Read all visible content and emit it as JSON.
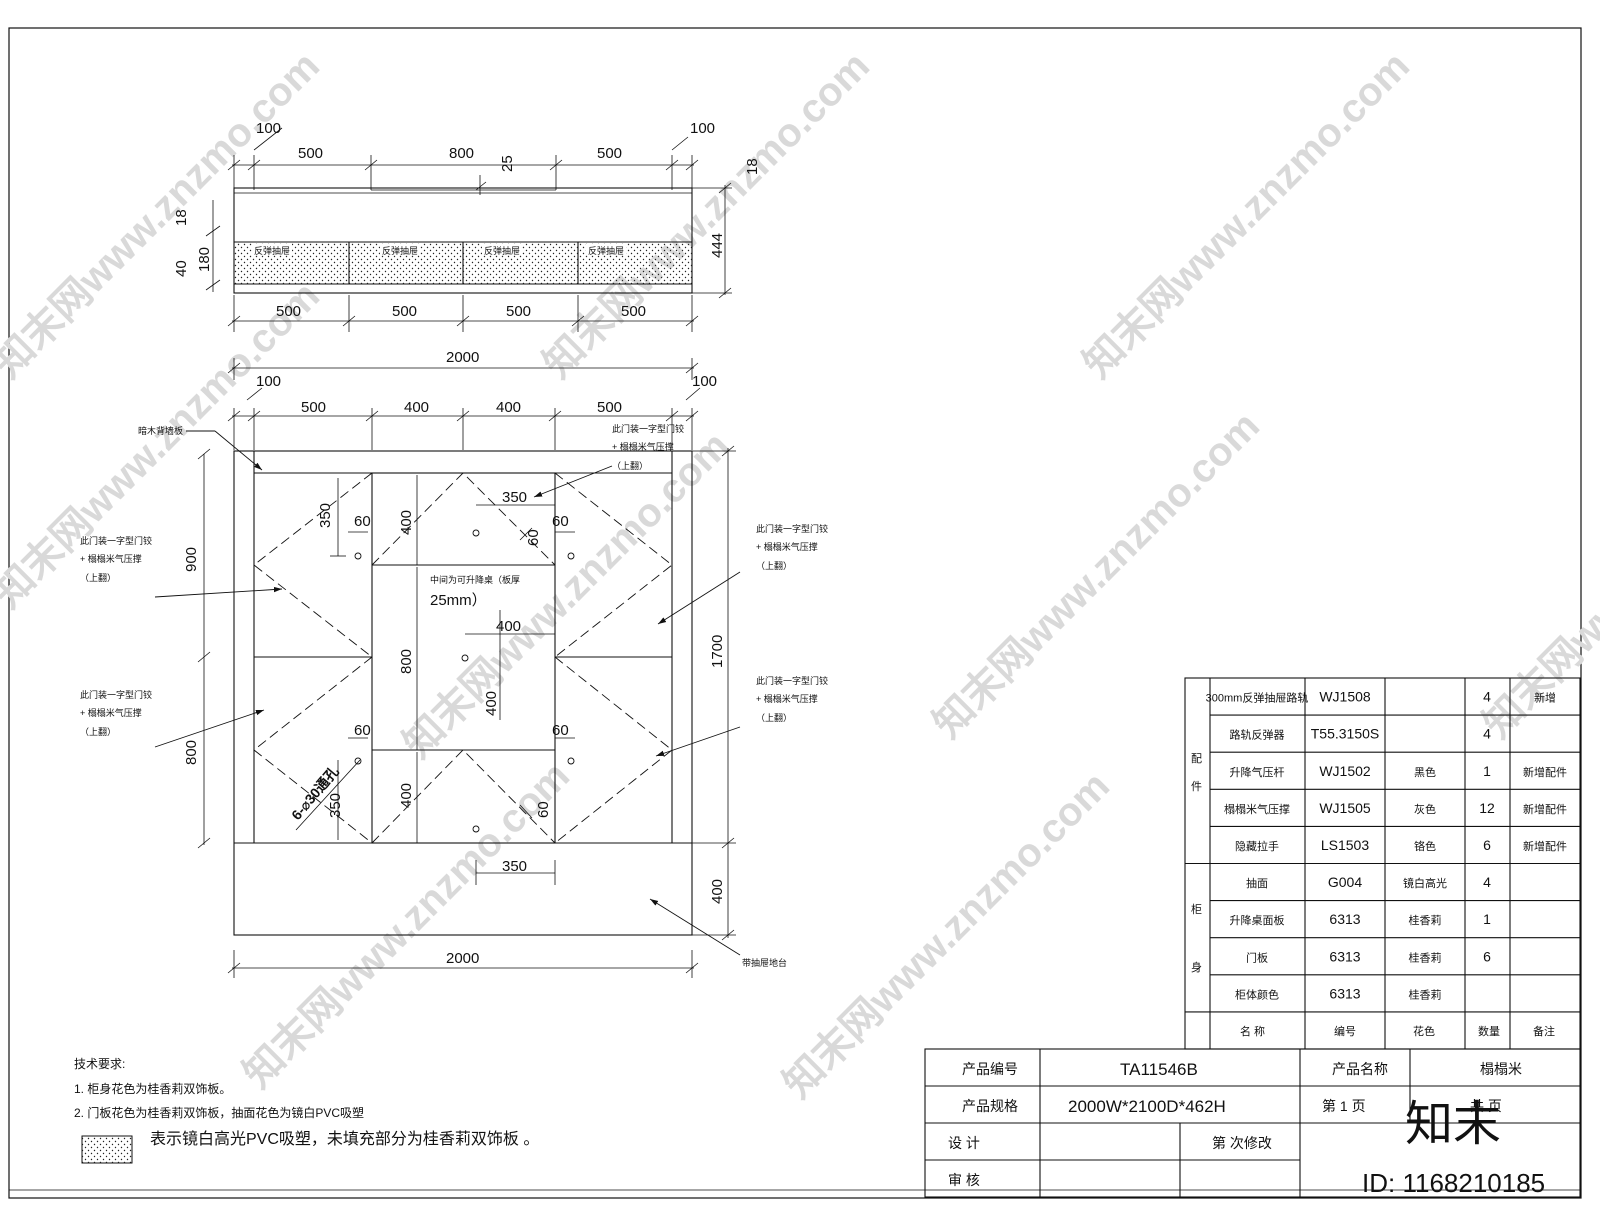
{
  "top_view": {
    "dims_top": [
      "100",
      "500",
      "800",
      "25",
      "500",
      "100",
      "18"
    ],
    "dims_left": [
      "18",
      "40",
      "180"
    ],
    "dim_right": "444",
    "drawer_labels": [
      "反弹抽屉",
      "反弹抽屉",
      "反弹抽屉",
      "反弹抽屉"
    ],
    "dims_bottom": [
      "500",
      "500",
      "500",
      "500"
    ]
  },
  "plan_view": {
    "overall_top": "2000",
    "dims_top": [
      "100",
      "500",
      "400",
      "400",
      "500",
      "100"
    ],
    "overall_bottom": "2000",
    "dims_left": [
      "900",
      "800"
    ],
    "dim_right_upper": "1700",
    "dim_right_lower": "400",
    "inner_dims": [
      "350",
      "60",
      "400",
      "350",
      "60",
      "60",
      "400",
      "800",
      "400",
      "60",
      "60",
      "400",
      "350",
      "60",
      "350"
    ],
    "hole_note": "6-⌀30通孔",
    "center_note_line1": "中间为可升降桌（板厚",
    "center_note_line2": "25mm）",
    "annotations": {
      "rail": "暗木背墙板",
      "door_top_1": "此门装一字型门铰",
      "door_top_2": "+ 榻榻米气压撑",
      "door_top_3": "（上翻）",
      "door_left_a1": "此门装一字型门铰",
      "door_left_a2": "+ 榻榻米气压撑",
      "door_left_a3": "（上翻）",
      "door_left_b1": "此门装一字型门铰",
      "door_left_b2": "+ 榻榻米气压撑",
      "door_left_b3": "（上翻）",
      "door_right_a1": "此门装一字型门铰",
      "door_right_a2": "+ 榻榻米气压撑",
      "door_right_a3": "（上翻）",
      "door_right_b1": "此门装一字型门铰",
      "door_right_b2": "+ 榻榻米气压撑",
      "door_right_b3": "（上翻）",
      "drawer_platform": "带抽屉地台"
    }
  },
  "tech_notes": {
    "title": "技术要求:",
    "line1": "1. 柜身花色为桂香莉双饰板。",
    "line2": "2. 门板花色为桂香莉双饰板，抽面花色为镜白PVC吸塑",
    "legend": "表示镜白高光PVC吸塑，未填充部分为桂香莉双饰板 。"
  },
  "parts_table": {
    "group_accessories": [
      "配",
      "件"
    ],
    "group_body": [
      "柜",
      "身"
    ],
    "rows": [
      {
        "name": "300mm反弹抽屉路轨",
        "code": "WJ1508",
        "color": "",
        "qty": "4",
        "note": "新增"
      },
      {
        "name": "路轨反弹器",
        "code": "T55.3150S",
        "color": "",
        "qty": "4",
        "note": ""
      },
      {
        "name": "升降气压杆",
        "code": "WJ1502",
        "color": "黑色",
        "qty": "1",
        "note": "新增配件"
      },
      {
        "name": "榻榻米气压撑",
        "code": "WJ1505",
        "color": "灰色",
        "qty": "12",
        "note": "新增配件"
      },
      {
        "name": "隐藏拉手",
        "code": "LS1503",
        "color": "铬色",
        "qty": "6",
        "note": "新增配件"
      },
      {
        "name": "抽面",
        "code": "G004",
        "color": "镜白高光",
        "qty": "4",
        "note": ""
      },
      {
        "name": "升降桌面板",
        "code": "6313",
        "color": "桂香莉",
        "qty": "1",
        "note": ""
      },
      {
        "name": "门板",
        "code": "6313",
        "color": "桂香莉",
        "qty": "6",
        "note": ""
      },
      {
        "name": "柜体颜色",
        "code": "6313",
        "color": "桂香莉",
        "qty": "",
        "note": ""
      }
    ],
    "header": {
      "name": "名  称",
      "code": "编号",
      "color": "花色",
      "qty": "数量",
      "note": "备注"
    }
  },
  "title_block": {
    "product_no_label": "产品编号",
    "product_no": "TA11546B",
    "product_name_label": "产品名称",
    "product_name": "榻榻米",
    "spec_label": "产品规格",
    "spec": "2000W*2100D*462H",
    "page_label": "第  1  页",
    "total_label": "共    页",
    "design_label": "设      计",
    "revision_label": "第   次修改",
    "review_label": "审        核"
  },
  "watermark": {
    "text": "知末网www.znzmo.com",
    "logo": "知末",
    "id": "ID: 1168210185"
  }
}
